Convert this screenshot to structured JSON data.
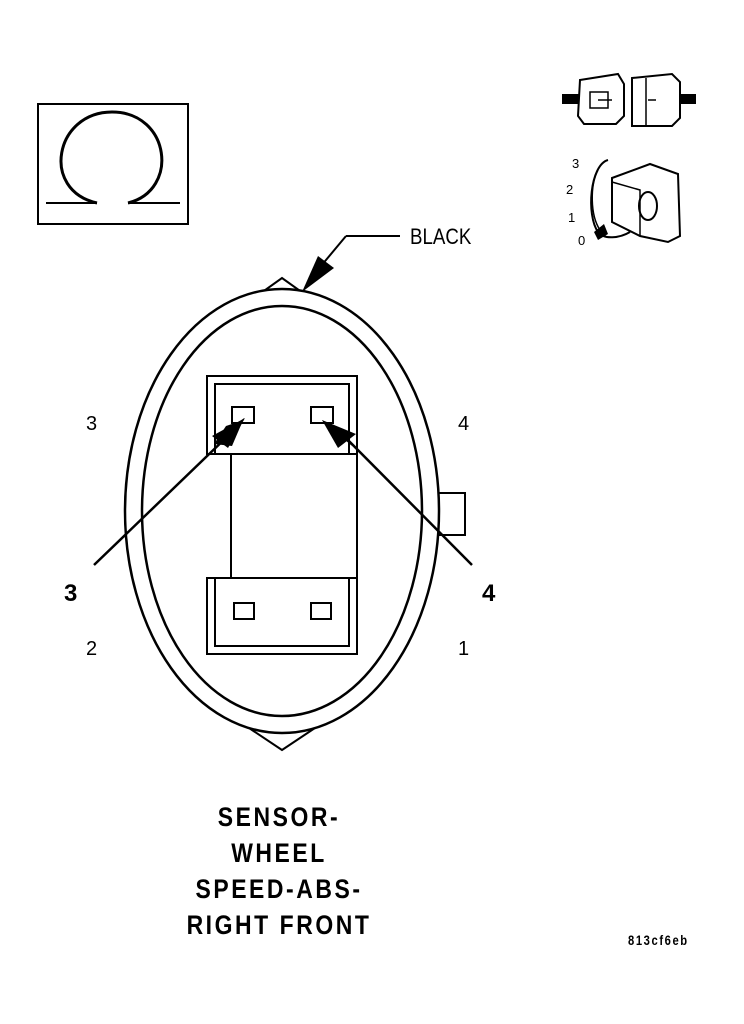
{
  "connector": {
    "color_label": "BLACK",
    "cavity_numbers": {
      "top_left": "3",
      "top_right": "4",
      "bottom_left": "2",
      "bottom_right": "1"
    },
    "callouts": {
      "left": "3",
      "right": "4"
    }
  },
  "legend": {
    "symbol": "ohm-symbol",
    "position_numbers": [
      "3",
      "2",
      "1",
      "0"
    ],
    "knob_label": "0"
  },
  "title_lines": [
    "SENSOR-",
    "WHEEL",
    "SPEED-ABS-",
    "RIGHT FRONT"
  ],
  "figure_code": "813cf6eb"
}
